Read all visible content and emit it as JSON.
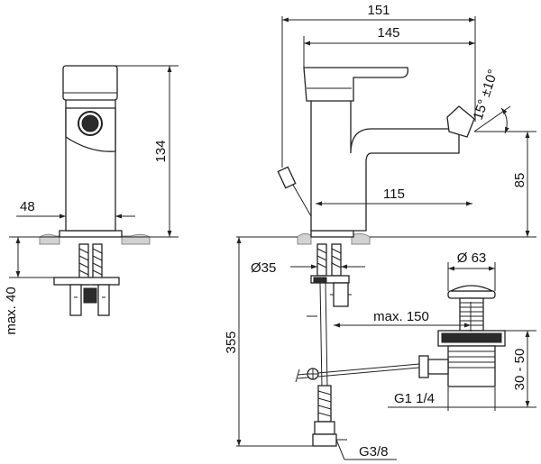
{
  "dimensions": {
    "width_151": "151",
    "width_145": "145",
    "height_134": "134",
    "width_48": "48",
    "angle": "15° ±10°",
    "height_85": "85",
    "reach_115": "115",
    "max_40": "max. 40",
    "dia_35": "Ø35",
    "dia_63": "Ø 63",
    "max_150": "max. 150",
    "height_355": "355",
    "range_30_50": "30 - 50",
    "thread_g1_1_4": "G1 1/4",
    "thread_g3_8": "G3/8"
  }
}
